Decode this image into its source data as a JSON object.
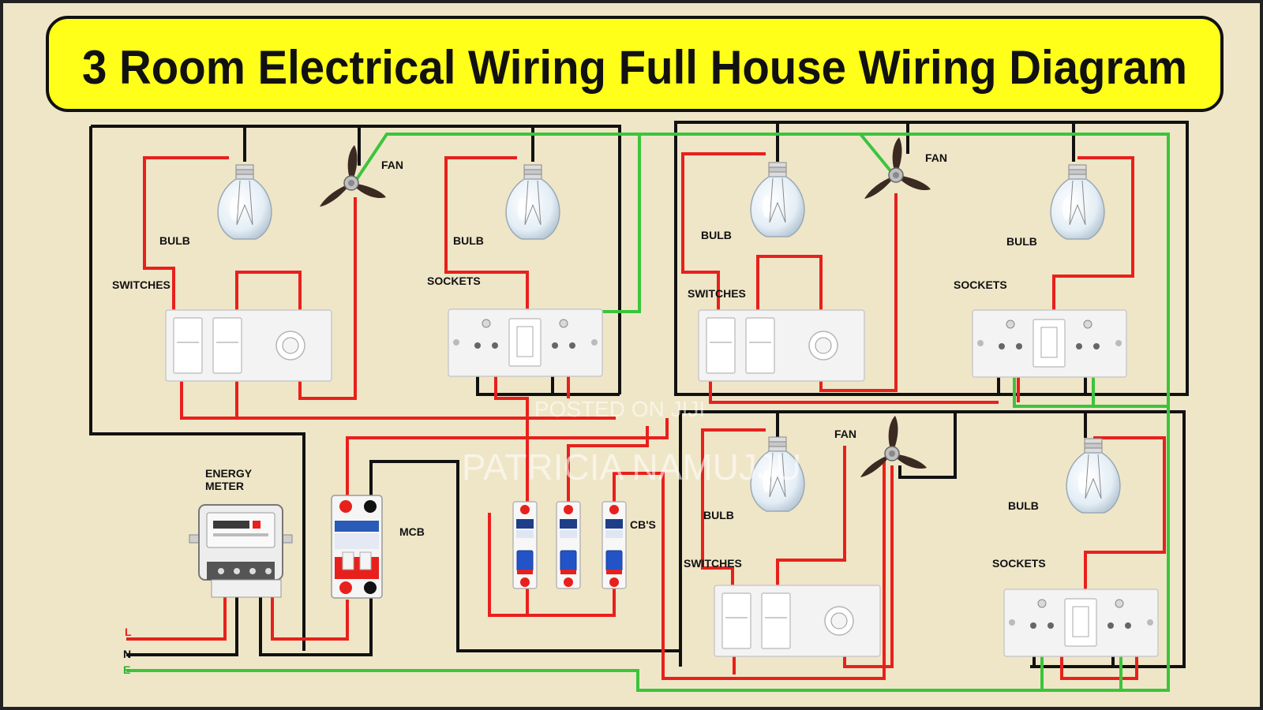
{
  "title": "3 Room Electrical Wiring Full House Wiring Diagram",
  "labels": {
    "fan": "FAN",
    "bulb": "BULB",
    "switches": "SWITCHES",
    "sockets": "SOCKETS",
    "energy_meter_line1": "ENERGY",
    "energy_meter_line2": "METER",
    "mcb": "MCB",
    "cbs": "CB'S",
    "live": "L",
    "neutral": "N",
    "earth": "E"
  },
  "watermark": {
    "line1": "POSTED ON JIJI",
    "line2": "PATRICIA NAMUJJU"
  },
  "colors": {
    "background": "#efe6c8",
    "title_banner": "#ffff1a",
    "live_wire": "#e8201c",
    "neutral_wire": "#111111",
    "earth_wire": "#3cc43c",
    "live_label": "#e8201c",
    "earth_label": "#2bb52b"
  }
}
